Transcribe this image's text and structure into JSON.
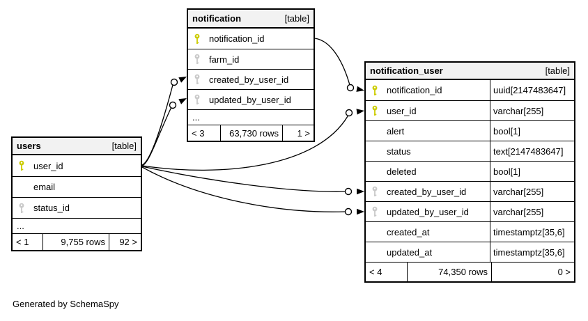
{
  "diagram": {
    "generated_by": "Generated by SchemaSpy",
    "colors": {
      "primary_key": "#cccc00",
      "foreign_key": "#c9c9c9",
      "header_bg": "#f2f2f2",
      "line": "#000000"
    },
    "tables": {
      "notification": {
        "name": "notification",
        "tag": "[table]",
        "columns": [
          {
            "name": "notification_id",
            "key": "primary"
          },
          {
            "name": "farm_id",
            "key": "foreign"
          },
          {
            "name": "created_by_user_id",
            "key": "foreign"
          },
          {
            "name": "updated_by_user_id",
            "key": "foreign"
          }
        ],
        "ellipsis": "...",
        "footer": {
          "prev": "< 3",
          "rows": "63,730 rows",
          "next": "1 >"
        }
      },
      "users": {
        "name": "users",
        "tag": "[table]",
        "columns": [
          {
            "name": "user_id",
            "key": "primary"
          },
          {
            "name": "email",
            "key": "none"
          },
          {
            "name": "status_id",
            "key": "foreign"
          }
        ],
        "ellipsis": "...",
        "footer": {
          "prev": "< 1",
          "rows": "9,755 rows",
          "next": "92 >"
        }
      },
      "notification_user": {
        "name": "notification_user",
        "tag": "[table]",
        "columns": [
          {
            "name": "notification_id",
            "key": "primary",
            "type": "uuid[2147483647]"
          },
          {
            "name": "user_id",
            "key": "primary",
            "type": "varchar[255]"
          },
          {
            "name": "alert",
            "key": "none",
            "type": "bool[1]"
          },
          {
            "name": "status",
            "key": "none",
            "type": "text[2147483647]"
          },
          {
            "name": "deleted",
            "key": "none",
            "type": "bool[1]"
          },
          {
            "name": "created_by_user_id",
            "key": "foreign",
            "type": "varchar[255]"
          },
          {
            "name": "updated_by_user_id",
            "key": "foreign",
            "type": "varchar[255]"
          },
          {
            "name": "created_at",
            "key": "none",
            "type": "timestamptz[35,6]"
          },
          {
            "name": "updated_at",
            "key": "none",
            "type": "timestamptz[35,6]"
          }
        ],
        "footer": {
          "prev": "< 4",
          "rows": "74,350 rows",
          "next": "0 >"
        }
      }
    },
    "relationships": [
      {
        "from": "users.user_id",
        "to": "notification.created_by_user_id"
      },
      {
        "from": "users.user_id",
        "to": "notification.updated_by_user_id"
      },
      {
        "from": "users.user_id",
        "to": "notification_user.user_id"
      },
      {
        "from": "users.user_id",
        "to": "notification_user.created_by_user_id"
      },
      {
        "from": "users.user_id",
        "to": "notification_user.updated_by_user_id"
      },
      {
        "from": "notification.notification_id",
        "to": "notification_user.notification_id"
      }
    ]
  }
}
